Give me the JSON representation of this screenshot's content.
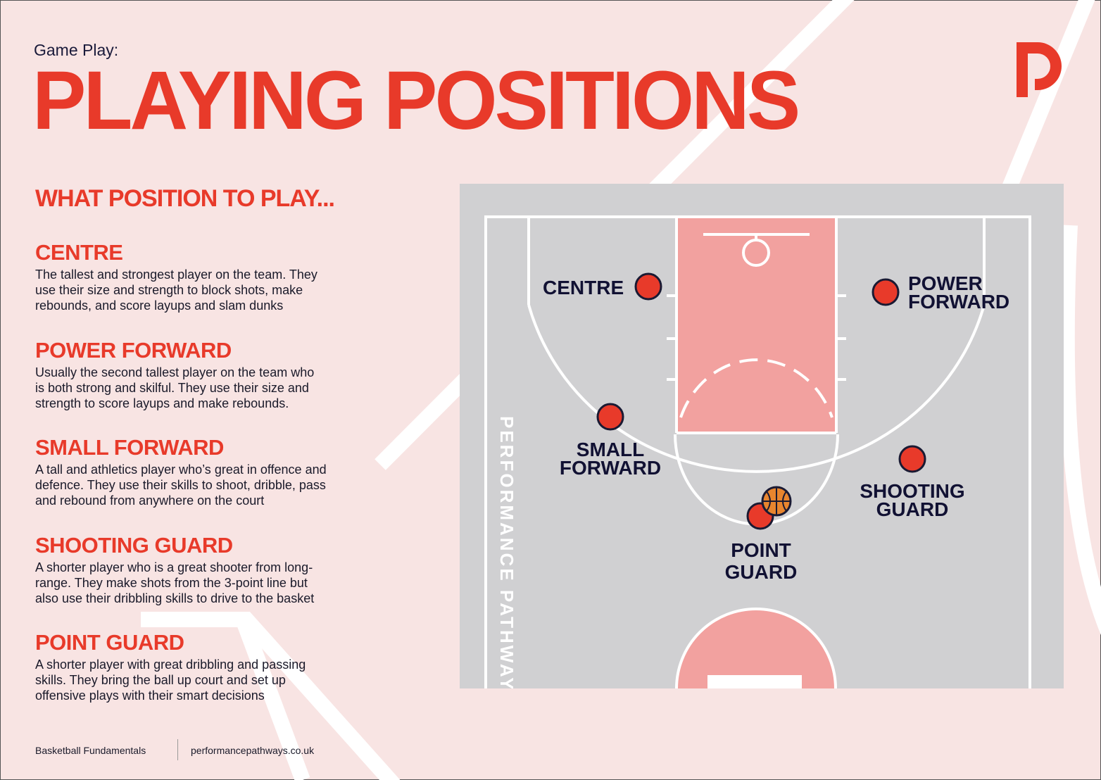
{
  "header": {
    "supertitle": "Game Play:",
    "title": "PLAYING POSITIONS"
  },
  "intro": {
    "heading": "WHAT POSITION TO PLAY..."
  },
  "sections": [
    {
      "heading": "CENTRE",
      "lines": [
        "The tallest and strongest player on the team. They",
        "use their size and strength to block shots, make",
        "rebounds, and score layups and slam dunks"
      ]
    },
    {
      "heading": "POWER FORWARD",
      "lines": [
        "Usually the second tallest player on the team who",
        "is both strong and skilful. They use their size and",
        "strength to score layups and make rebounds."
      ]
    },
    {
      "heading": "SMALL FORWARD",
      "lines": [
        "A tall and athletics player who’s great in offence and",
        "defence. They use their skills to shoot, dribble, pass",
        "and rebound from anywhere on the court"
      ]
    },
    {
      "heading": "SHOOTING GUARD",
      "lines": [
        "A shorter player who is a great shooter from long-",
        "range. They make shots from the 3-point line but",
        "also use their dribbling skills to drive to the basket"
      ]
    },
    {
      "heading": "POINT GUARD",
      "lines": [
        "A shorter player with great dribbling and passing",
        "skills. They bring the ball up court and set up",
        "offensive plays with their smart decisions"
      ]
    }
  ],
  "court": {
    "watermark": "PERFORMANCE PATHWAYS",
    "players": [
      {
        "line1": "CENTRE",
        "line2": ""
      },
      {
        "line1": "POWER",
        "line2": "FORWARD"
      },
      {
        "line1": "SMALL",
        "line2": "FORWARD"
      },
      {
        "line1": "SHOOTING",
        "line2": "GUARD"
      },
      {
        "line1": "POINT",
        "line2": "GUARD"
      }
    ]
  },
  "footer": {
    "left": "Basketball Fundamentals",
    "right": "performancepathways.co.uk"
  },
  "colors": {
    "background": "#f8e4e3",
    "accent": "#e83a2a",
    "court": "#d0d0d2",
    "key": "#f2a19f",
    "ink": "#111133",
    "ball": "#e8852e"
  },
  "icons": {
    "logo": "d-logo-icon",
    "player": "player-dot-icon",
    "ball": "basketball-icon"
  }
}
